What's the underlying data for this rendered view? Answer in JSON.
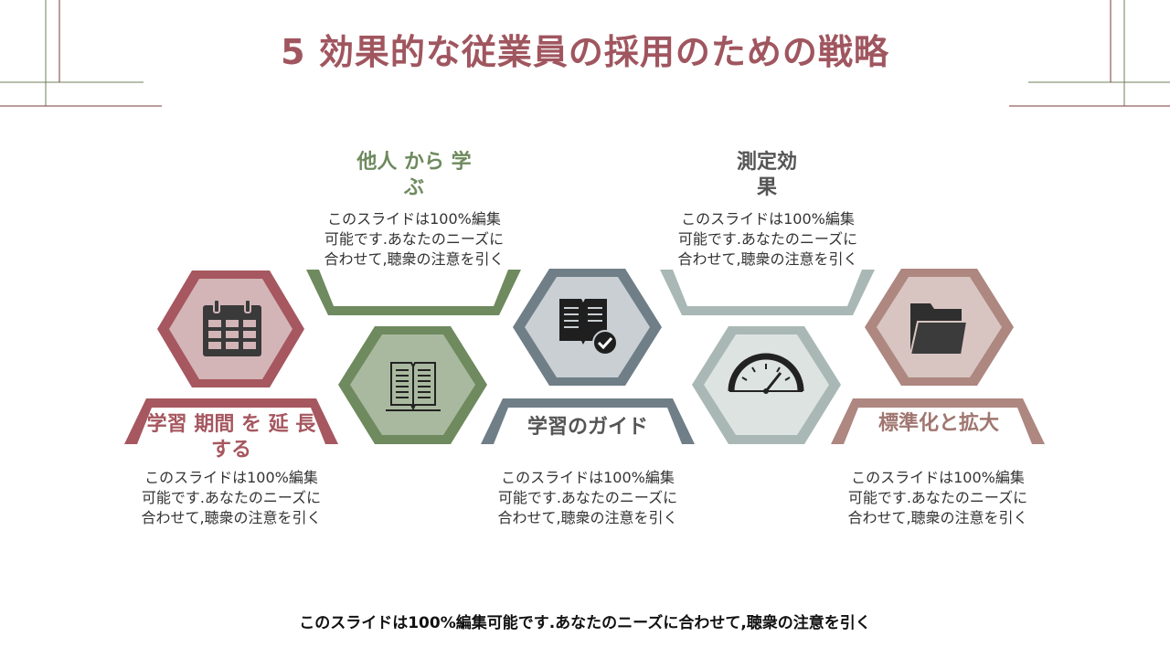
{
  "title": "5 効果的な従業員の採用のための戦略",
  "items": [
    {
      "heading": "学習 期間 を 延 長 する",
      "desc": "このスライドは100%編集可能です.あなたのニーズに合わせて,聴衆の注意を引く",
      "color": "#a6575f",
      "icon": "calendar-icon"
    },
    {
      "heading": "他人 から 学 ぶ",
      "desc": "このスライドは100%編集可能です.あなたのニーズに合わせて,聴衆の注意を引く",
      "color": "#6e8a5e",
      "icon": "book-icon"
    },
    {
      "heading": "学習のガイド",
      "desc": "このスライドは100%編集可能です.あなたのニーズに合わせて,聴衆の注意を引く",
      "color": "#6f7e87",
      "icon": "checked-book-icon"
    },
    {
      "heading": "測定効 果",
      "desc": "このスライドは100%編集可能です.あなたのニーズに合わせて,聴衆の注意を引く",
      "color": "#a9b8b4",
      "icon": "speedometer-icon"
    },
    {
      "heading": "標準化と拡大",
      "desc": "このスライドは100%編集可能です.あなたのニーズに合わせて,聴衆の注意を引く",
      "color": "#ad8780",
      "icon": "folder-icon"
    }
  ],
  "footer": "このスライドは100%編集可能です.あなたのニーズに合わせて,聴衆の注意を引く"
}
